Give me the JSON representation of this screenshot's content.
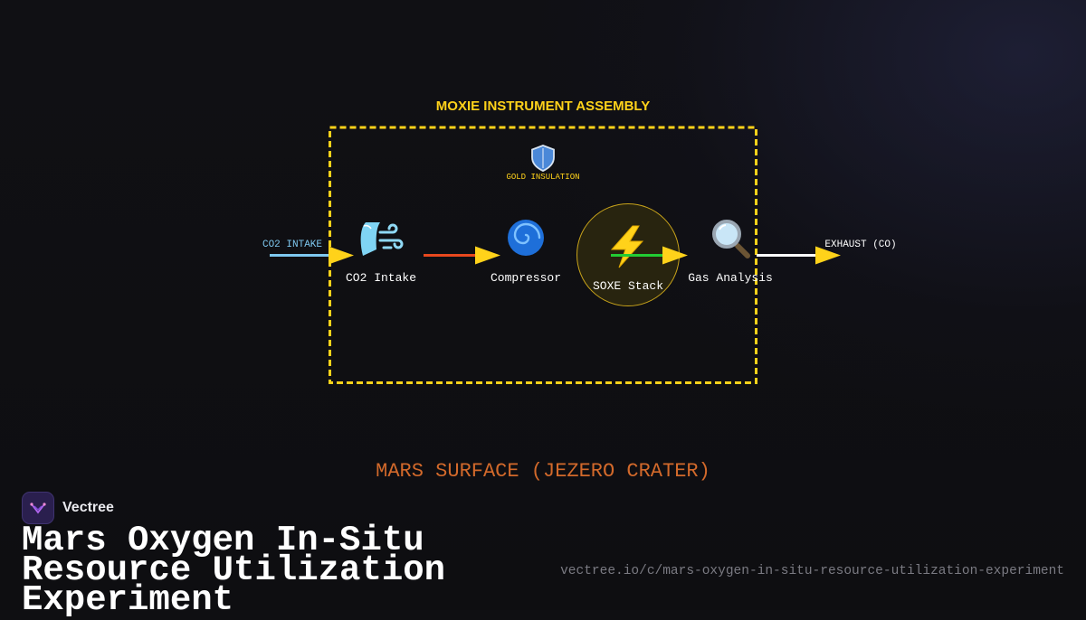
{
  "diagram": {
    "assembly_label": "MOXIE INSTRUMENT ASSEMBLY",
    "insulation_label": "GOLD INSULATION",
    "input_label": "CO2 INTAKE",
    "output_label": "EXHAUST (CO)",
    "surface_label": "MARS SURFACE (JEZERO CRATER)",
    "nodes": [
      {
        "label": "CO2 Intake",
        "icon": "wind-icon"
      },
      {
        "label": "Compressor",
        "icon": "cyclone-icon"
      },
      {
        "label": "SOXE Stack",
        "icon": "lightning-icon"
      },
      {
        "label": "Gas Analysis",
        "icon": "magnifier-icon"
      }
    ],
    "colors": {
      "accent": "#FFD21A",
      "input_flow": "#7ec8f0",
      "compressed_flow": "#e8481e",
      "oxygen_flow": "#22cc33",
      "exhaust_flow": "#ffffff",
      "surface": "#d2692b"
    }
  },
  "brand": {
    "name": "Vectree"
  },
  "title": "Mars Oxygen In-Situ Resource Utilization Experiment",
  "url": "vectree.io/c/mars-oxygen-in-situ-resource-utilization-experiment"
}
